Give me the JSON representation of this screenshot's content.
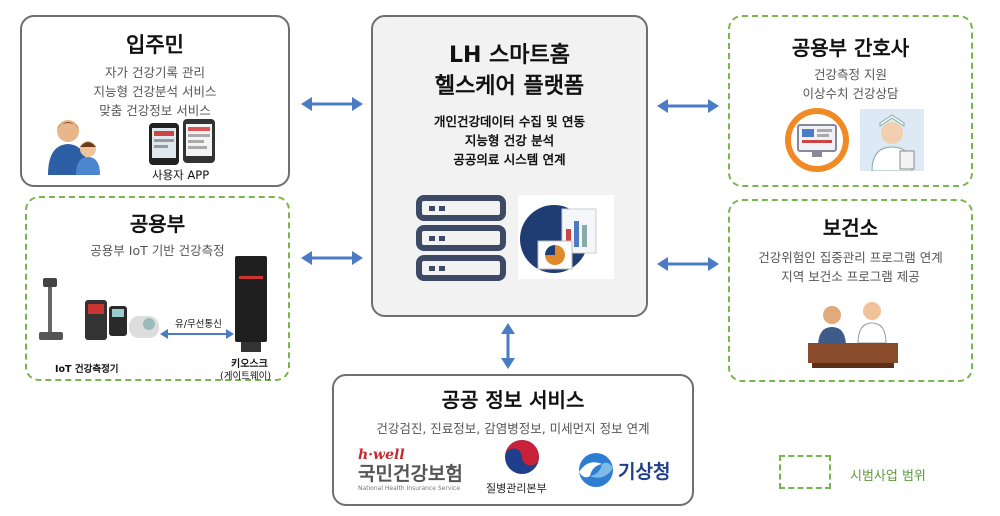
{
  "resident": {
    "title": "입주민",
    "lines": [
      "자가 건강기록 관리",
      "지능형 건강분석 서비스",
      "맞춤 건강정보 서비스"
    ],
    "app_label": "사용자 APP"
  },
  "platform": {
    "title_line1": "LH 스마트홈",
    "title_line2": "헬스케어 플랫폼",
    "lines": [
      "개인건강데이터 수집 및 연동",
      "지능형 건강 분석",
      "공공의료 시스템 연계"
    ]
  },
  "nurse": {
    "title": "공용부 간호사",
    "lines": [
      "건강측정 지원",
      "이상수치 건강상담"
    ]
  },
  "common": {
    "title": "공용부",
    "subtitle": "공용부 IoT 기반 건강측정",
    "device_label": "IoT 건강측정기",
    "comm_label": "유/무선통신",
    "kiosk_label": "키오스크",
    "gateway_label": "(게이트웨이)"
  },
  "health_center": {
    "title": "보건소",
    "lines": [
      "건강위험인 집중관리 프로그램 연계",
      "지역 보건소 프로그램 제공"
    ]
  },
  "public_service": {
    "title": "공공 정보 서비스",
    "line": "건강검진, 진료정보, 감염병정보, 미세먼지 정보 연계",
    "nhis_brand": "h·well",
    "nhis_name": "국민건강보험",
    "nhis_en": "National Health Insurance Service",
    "kdca_name": "질병관리본부",
    "kma_name": "기상청"
  },
  "legend": {
    "label": "시범사업 범위"
  },
  "colors": {
    "arrow": "#4a7bc4",
    "dashed_border": "#78b64d",
    "solid_border": "#6f6f6f",
    "center_fill": "#f2f2f2",
    "legend_text": "#5a9a3a"
  }
}
